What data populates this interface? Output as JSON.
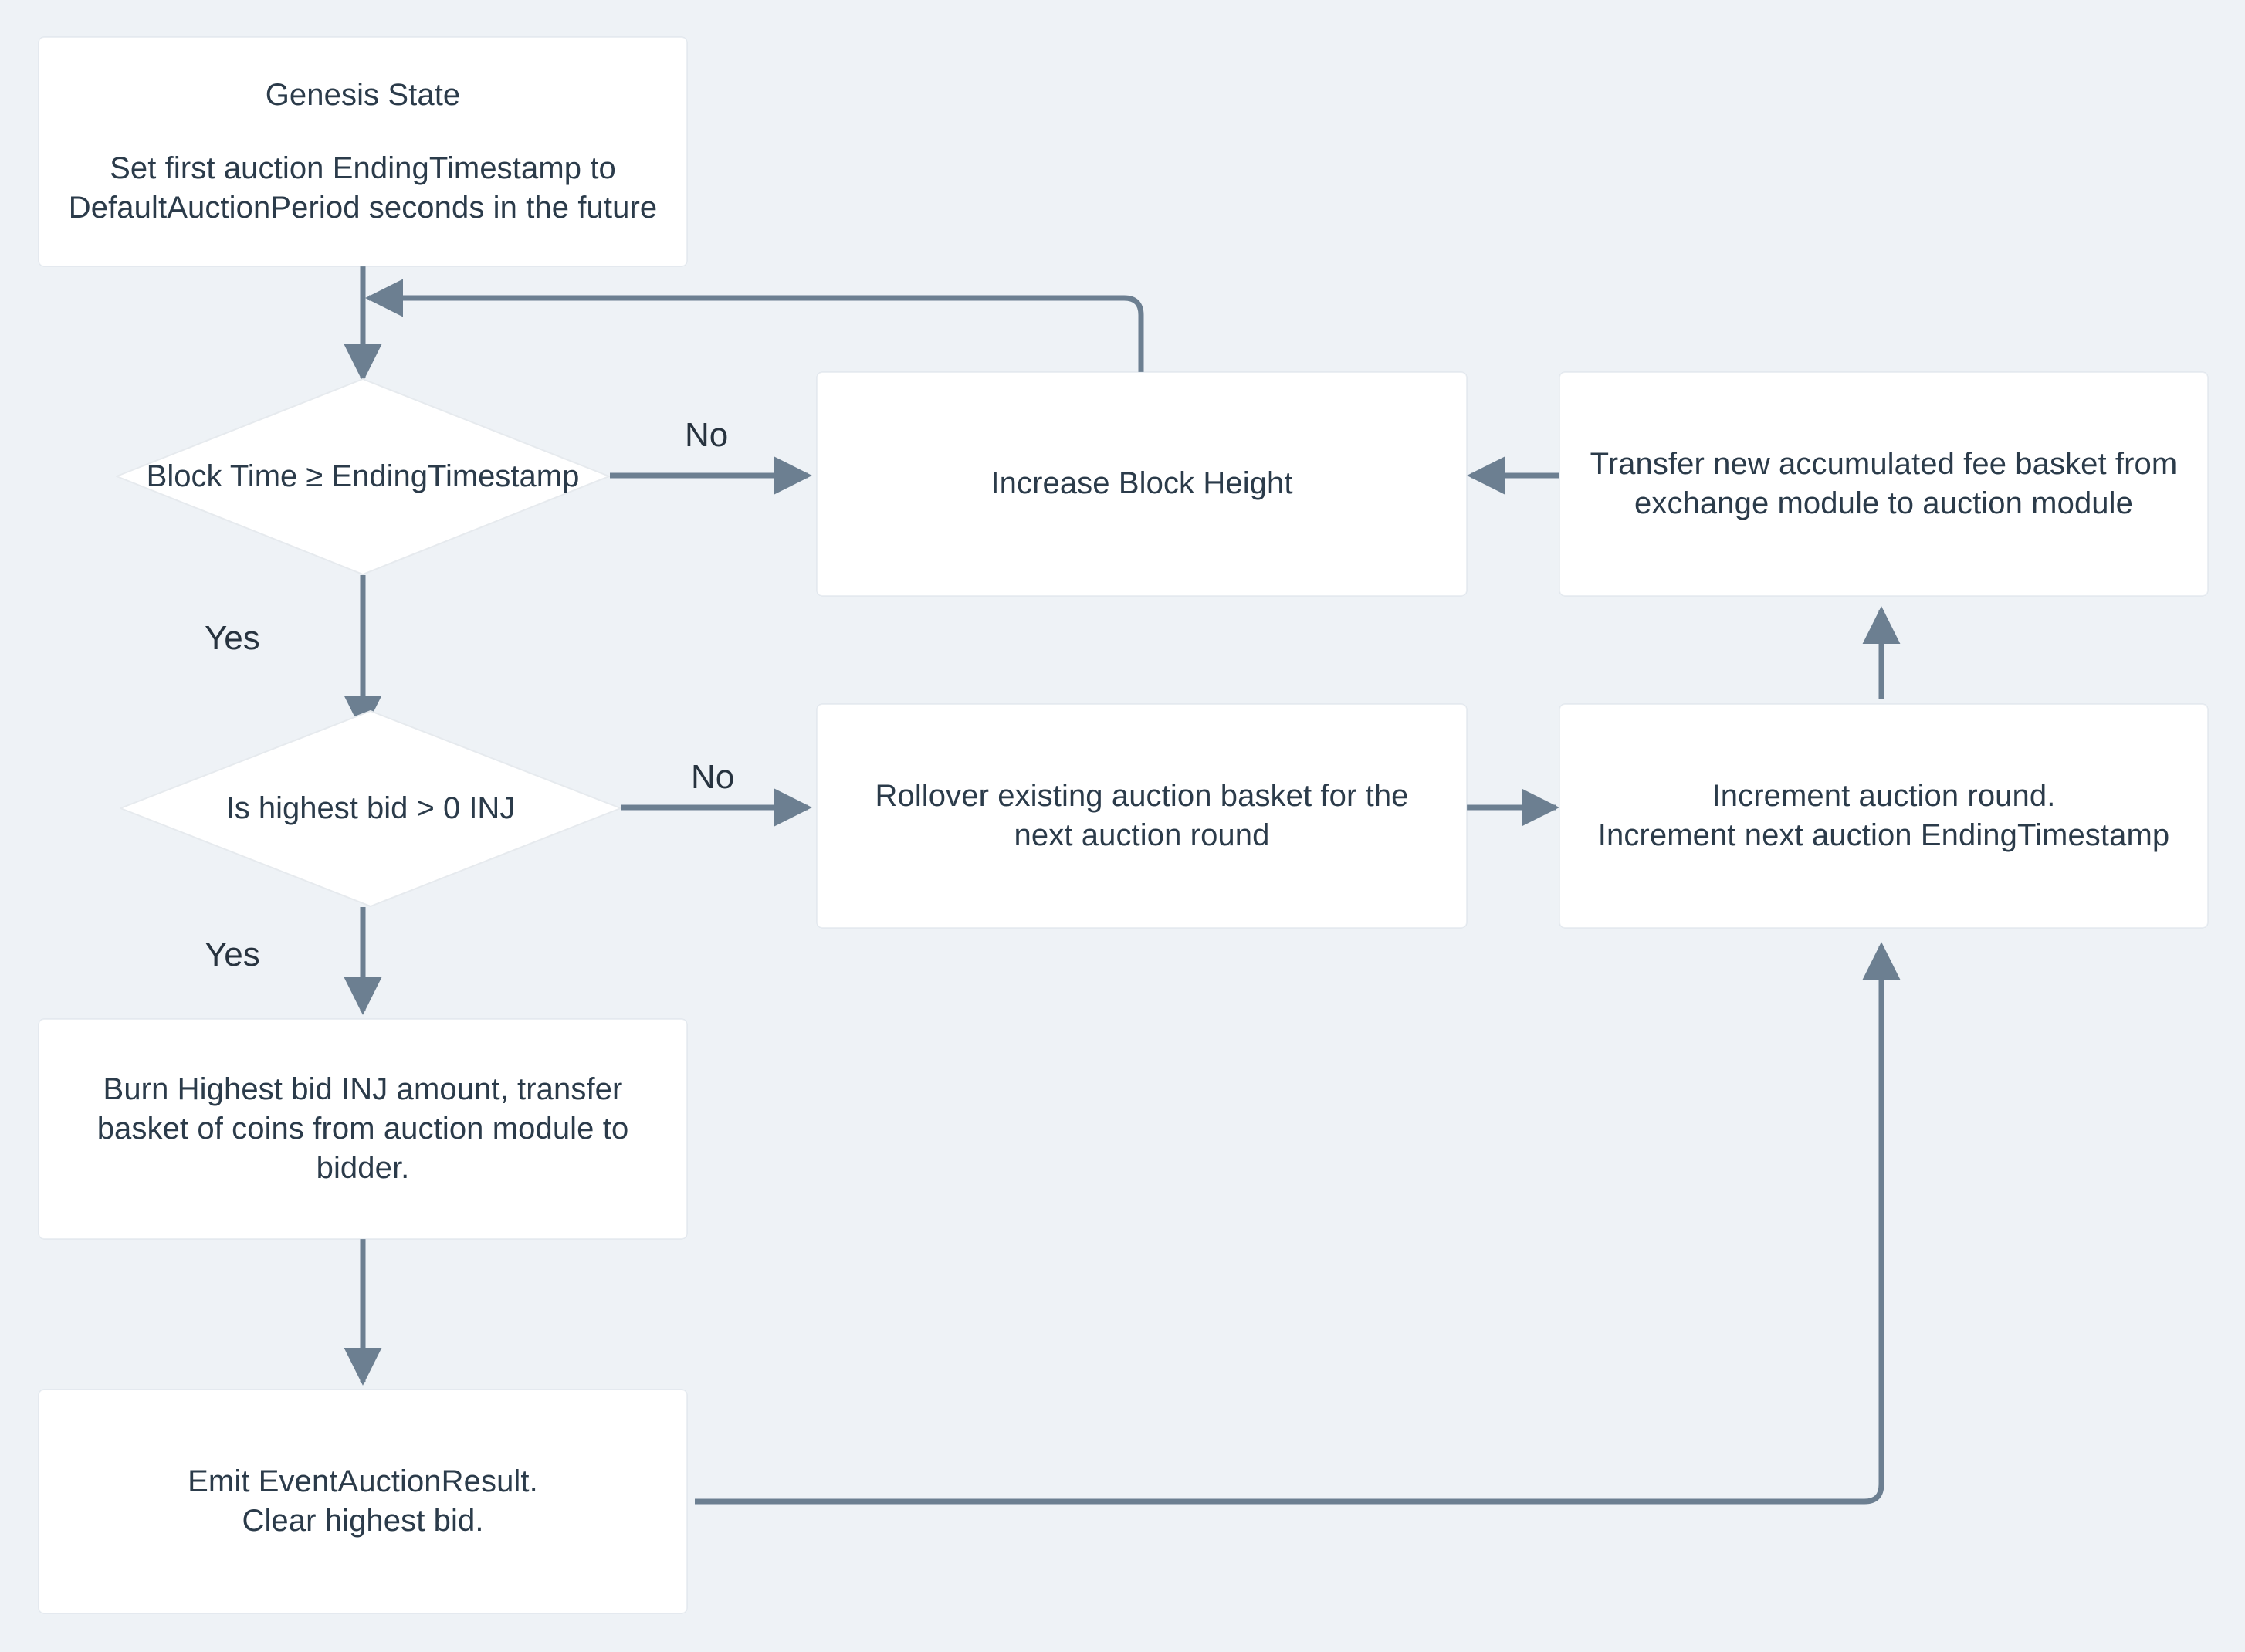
{
  "diagram": {
    "title": "Injective Auction Module Lifecycle Flowchart",
    "background_color": "#eef2f6",
    "node_fill": "#ffffff",
    "edge_color": "#6c7f91",
    "text_color": "#2b3b4a"
  },
  "nodes": {
    "genesis": {
      "title": "Genesis State",
      "body_line1": "Set first auction EndingTimestamp to",
      "body_line2": "DefaultAuctionPeriod seconds in the future",
      "shape": "rect"
    },
    "decision_block_time": {
      "label": "Block Time ≥ EndingTimestamp",
      "shape": "diamond"
    },
    "increase_block_height": {
      "label": "Increase Block Height",
      "shape": "rect"
    },
    "transfer_fee_basket": {
      "line1": "Transfer new accumulated fee basket from",
      "line2": "exchange module to auction module",
      "shape": "rect"
    },
    "decision_highest_bid": {
      "label": "Is highest bid > 0 INJ",
      "shape": "diamond"
    },
    "rollover_basket": {
      "line1": "Rollover existing auction basket for the",
      "line2": "next auction round",
      "shape": "rect"
    },
    "increment_round": {
      "line1": "Increment auction round.",
      "line2": "Increment next auction EndingTimestamp",
      "shape": "rect"
    },
    "burn_bid": {
      "line1": "Burn Highest bid INJ amount, transfer",
      "line2": "basket of coins from auction module to",
      "line3": "bidder.",
      "shape": "rect"
    },
    "emit_result": {
      "line1": "Emit EventAuctionResult.",
      "line2": "Clear highest bid.",
      "shape": "rect"
    }
  },
  "edge_labels": {
    "block_time_no": "No",
    "block_time_yes": "Yes",
    "highest_bid_no": "No",
    "highest_bid_yes": "Yes"
  }
}
